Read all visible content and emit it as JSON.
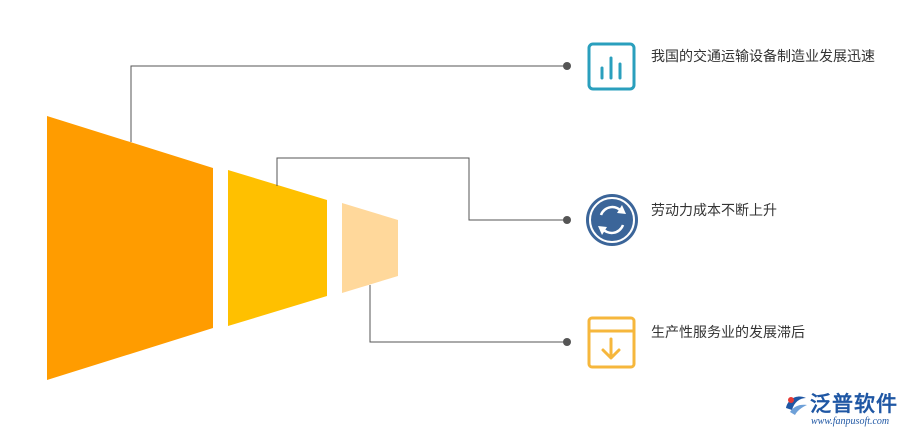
{
  "items": [
    {
      "label": "我国的交通运输设备制造业发展迅速",
      "icon": "bar-chart-icon",
      "color": "#2a9fbd"
    },
    {
      "label": "劳动力成本不断上升",
      "icon": "refresh-icon",
      "color": "#3b6599"
    },
    {
      "label": "生产性服务业的发展滞后",
      "icon": "download-box-icon",
      "color": "#f6b73c"
    }
  ],
  "colors": {
    "shape_large": "#ff9c00",
    "shape_medium": "#ffc000",
    "shape_small": "#ffd89b",
    "connector": "#555555",
    "label_text": "#333333"
  },
  "logo": {
    "name": "泛普软件",
    "url": "www.fanpusoft.com",
    "icon": "fanpu-logo-icon"
  }
}
